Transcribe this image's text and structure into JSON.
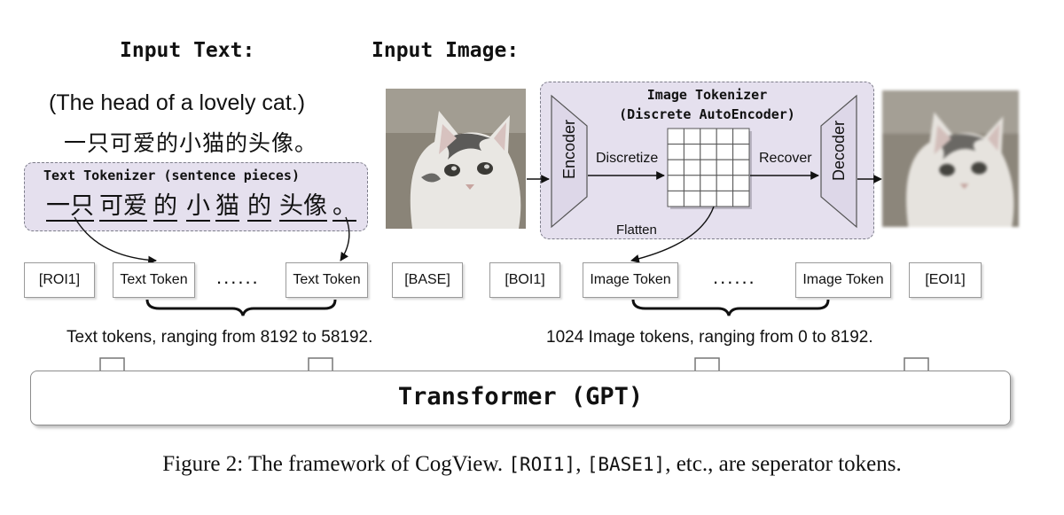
{
  "headers": {
    "input_text": "Input Text:",
    "input_image": "Input Image:"
  },
  "text_input": {
    "english": "(The head of a lovely cat.)",
    "chinese": "一只可爱的小猫的头像。"
  },
  "text_tokenizer": {
    "title": "Text Tokenizer (sentence pieces)",
    "segments": [
      "一只",
      "可爱",
      "的",
      "小",
      "猫",
      "的",
      "头像",
      "。"
    ]
  },
  "image_tokenizer": {
    "title_line1": "Image Tokenizer",
    "title_line2": "(Discrete AutoEncoder)",
    "encoder": "Encoder",
    "decoder": "Decoder",
    "discretize": "Discretize",
    "recover": "Recover",
    "flatten": "Flatten",
    "grid_rows": 5,
    "grid_cols": 5
  },
  "tokens": {
    "roi": "[ROI1]",
    "text_token_a": "Text Token",
    "text_token_b": "Text Token",
    "dots_text": "......",
    "base": "[BASE]",
    "boi": "[BOI1]",
    "image_token_a": "Image Token",
    "image_token_b": "Image Token",
    "dots_image": "......",
    "eoi": "[EOI1]"
  },
  "ranges": {
    "text": "Text tokens, ranging from 8192 to 58192.",
    "image": "1024 Image tokens, ranging from 0 to 8192."
  },
  "transformer": {
    "label": "Transformer (GPT)"
  },
  "caption": {
    "prefix": "Figure 2: The framework of CogView.",
    "code1": "[ROI1]",
    "sep": ",",
    "code2": "[BASE1]",
    "suffix": ", etc., are seperator tokens."
  },
  "colors": {
    "panel_fill": "#e5e0ee",
    "panel_border": "#7d7d8a",
    "encoder_fill": "#ddd7e8"
  }
}
